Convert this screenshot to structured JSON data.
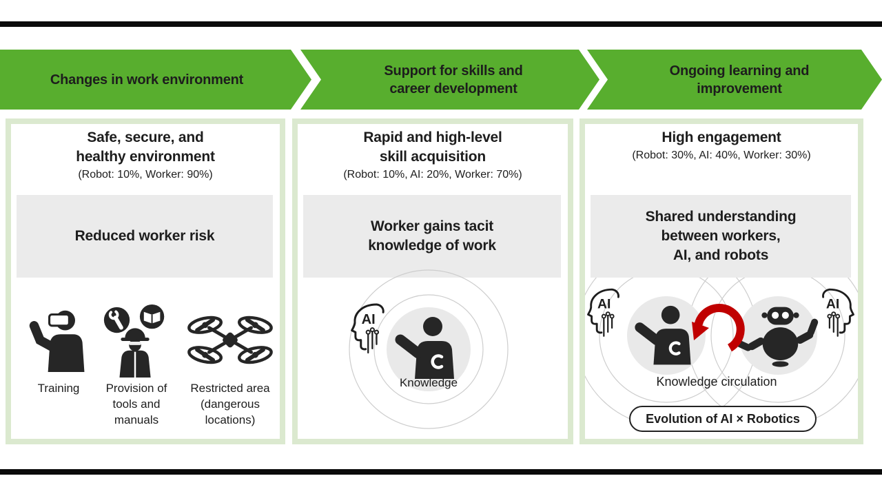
{
  "colors": {
    "banner_green": "#58AE2E",
    "panel_border_green": "#DBE9CF",
    "highlight_gray": "#EBEBEB",
    "circle_fill_gray": "#E9E9E9",
    "circle_stroke_gray": "#CDCDCD",
    "arrow_red": "#C00000",
    "icon_black": "#262626",
    "text_black": "#1D1D1D",
    "letterbox_black": "#0B0B0B"
  },
  "columns": [
    {
      "banner_lines": [
        "Changes in work environment"
      ],
      "title_lines": [
        "Safe, secure, and",
        "healthy environment"
      ],
      "ratio": "(Robot: 10%, Worker: 90%)",
      "highlight_lines": [
        "Reduced worker risk"
      ],
      "items": [
        {
          "icon": "vr-training-icon",
          "label_lines": [
            "Training"
          ]
        },
        {
          "icon": "tools-and-manuals-icon",
          "label_lines": [
            "Provision of",
            "tools and",
            "manuals"
          ]
        },
        {
          "icon": "drone-icon",
          "label_lines": [
            "Restricted area",
            "(dangerous",
            "locations)"
          ]
        }
      ]
    },
    {
      "banner_lines": [
        "Support for skills and",
        "career development"
      ],
      "title_lines": [
        "Rapid and high-level",
        "skill acquisition"
      ],
      "ratio": "(Robot: 10%, AI: 20%, Worker: 70%)",
      "highlight_lines": [
        "Worker gains tacit",
        "knowledge of work"
      ],
      "caption": "Knowledge",
      "ai_badge": "AI"
    },
    {
      "banner_lines": [
        "Ongoing learning and",
        "improvement"
      ],
      "title_lines": [
        "High engagement"
      ],
      "ratio": "(Robot: 30%, AI: 40%, Worker: 30%)",
      "highlight_lines": [
        "Shared understanding",
        "between workers,",
        "AI, and robots"
      ],
      "caption": "Knowledge circulation",
      "pill_label": "Evolution of AI × Robotics",
      "ai_badge_left": "AI",
      "ai_badge_right": "AI"
    }
  ]
}
